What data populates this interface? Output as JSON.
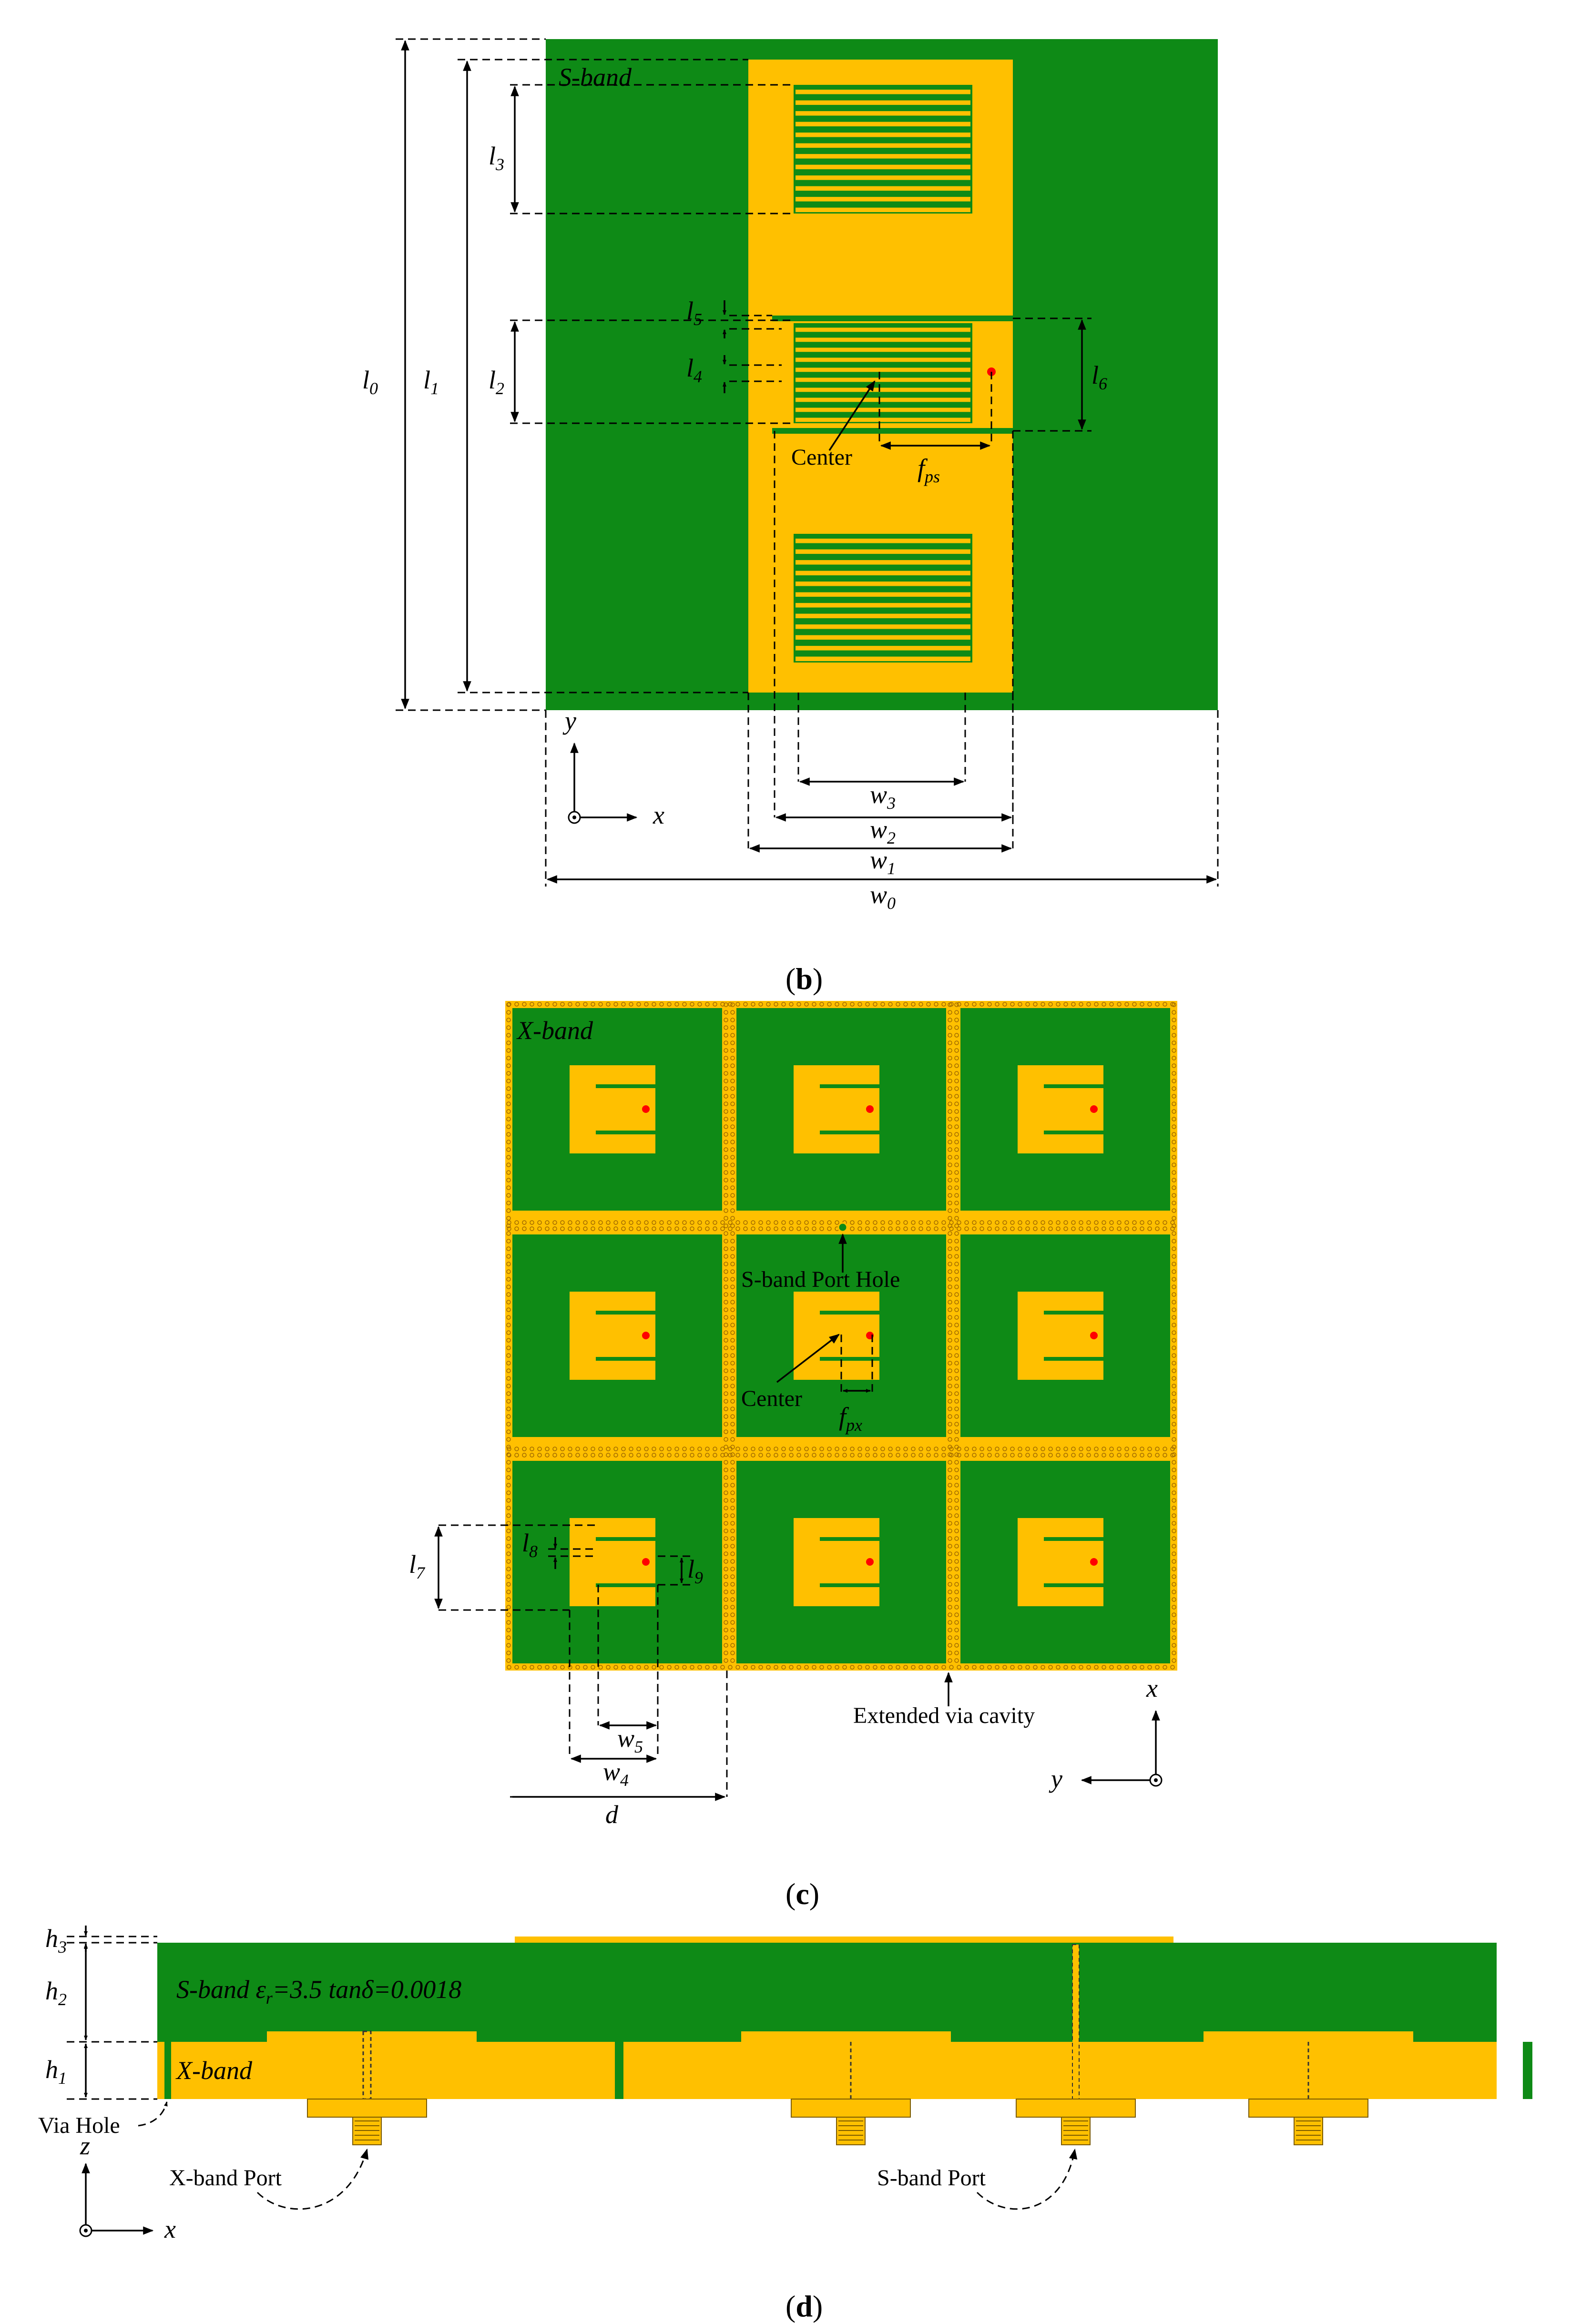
{
  "colors": {
    "substrate_green": "#0e8a16",
    "patch_yellow": "#ffc000",
    "feed_red": "#ff0000",
    "background": "#ffffff"
  },
  "panel_b": {
    "band_label": "S-band",
    "center_label": "Center",
    "dimensions": {
      "l0": {
        "base": "l",
        "sub": "0"
      },
      "l1": {
        "base": "l",
        "sub": "1"
      },
      "l2": {
        "base": "l",
        "sub": "2"
      },
      "l3": {
        "base": "l",
        "sub": "3"
      },
      "l4": {
        "base": "l",
        "sub": "4"
      },
      "l5": {
        "base": "l",
        "sub": "5"
      },
      "l6": {
        "base": "l",
        "sub": "6"
      },
      "fps": {
        "base": "f",
        "sub": "ps"
      },
      "w0": {
        "base": "w",
        "sub": "0"
      },
      "w1": {
        "base": "w",
        "sub": "1"
      },
      "w2": {
        "base": "w",
        "sub": "2"
      },
      "w3": {
        "base": "w",
        "sub": "3"
      }
    },
    "axes": {
      "x": "x",
      "y": "y"
    },
    "caption": {
      "open": "(",
      "letter": "b",
      "close": ")"
    }
  },
  "panel_c": {
    "band_label": "X-band",
    "port_hole_label": "S-band Port Hole",
    "center_label": "Center",
    "cavity_label": "Extended via cavity",
    "dimensions": {
      "fpx": {
        "base": "f",
        "sub": "px"
      },
      "l7": {
        "base": "l",
        "sub": "7"
      },
      "l8": {
        "base": "l",
        "sub": "8"
      },
      "l9": {
        "base": "l",
        "sub": "9"
      },
      "w4": {
        "base": "w",
        "sub": "4"
      },
      "w5": {
        "base": "w",
        "sub": "5"
      },
      "d": "d"
    },
    "axes": {
      "x": "x",
      "y": "y"
    },
    "caption": {
      "open": "(",
      "letter": "c",
      "close": ")"
    }
  },
  "panel_d": {
    "s_band_label": "S-band ε",
    "s_band_eps_sub": "r",
    "s_band_props": "=3.5 tanδ=0.0018",
    "x_band_label": "X-band",
    "via_hole_label": "Via Hole",
    "x_port_label": "X-band Port",
    "s_port_label": "S-band Port",
    "dimensions": {
      "h1": {
        "base": "h",
        "sub": "1"
      },
      "h2": {
        "base": "h",
        "sub": "2"
      },
      "h3": {
        "base": "h",
        "sub": "3"
      }
    },
    "axes": {
      "x": "x",
      "z": "z"
    },
    "caption": {
      "open": "(",
      "letter": "d",
      "close": ")"
    }
  }
}
